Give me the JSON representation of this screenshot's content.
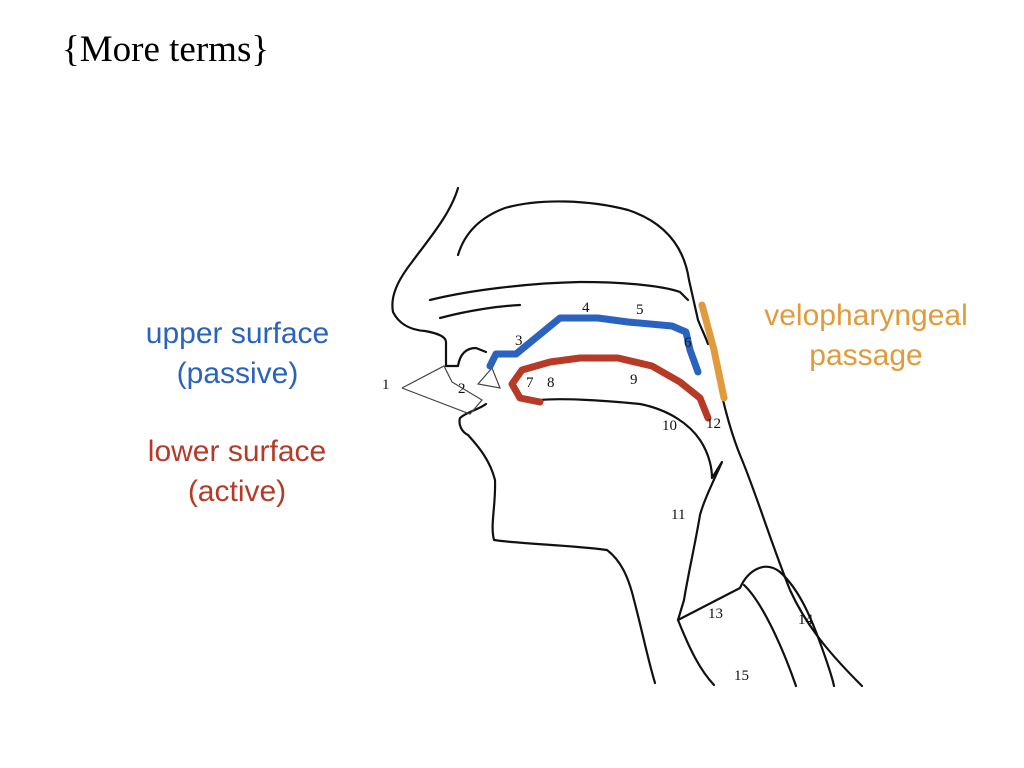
{
  "title": "{More terms}",
  "labels": {
    "upper": [
      "upper surface",
      "(passive)"
    ],
    "lower": [
      "lower surface",
      "(active)"
    ],
    "velopharyngeal": [
      "velopharyngeal",
      "passage"
    ]
  },
  "region_numbers": [
    "1",
    "2",
    "3",
    "4",
    "5",
    "6",
    "7",
    "8",
    "9",
    "10",
    "11",
    "12",
    "13",
    "14",
    "15"
  ],
  "colors": {
    "upper_surface": "#2a62c0",
    "lower_surface": "#b63a26",
    "velopharyngeal": "#e19a3c"
  }
}
